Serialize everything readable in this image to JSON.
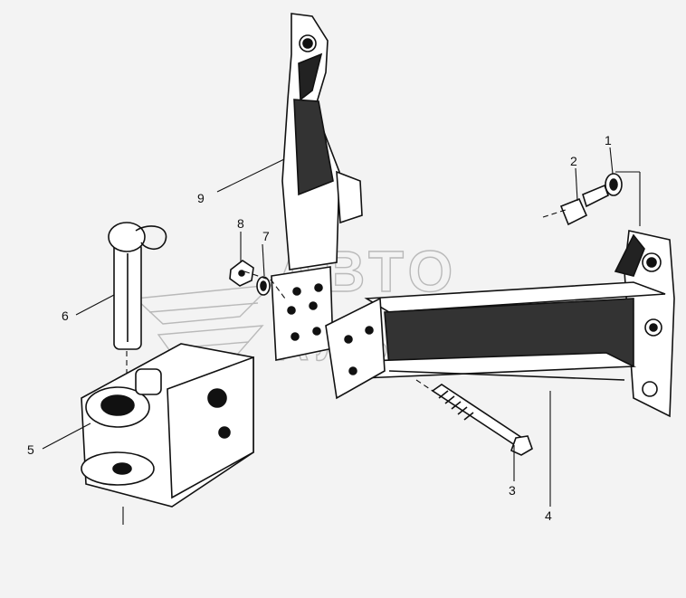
{
  "diagram": {
    "callouts": [
      {
        "id": "1",
        "text": "1"
      },
      {
        "id": "2",
        "text": "2"
      },
      {
        "id": "3",
        "text": "3"
      },
      {
        "id": "4",
        "text": "4"
      },
      {
        "id": "5",
        "text": "5"
      },
      {
        "id": "6",
        "text": "6"
      },
      {
        "id": "7",
        "text": "7"
      },
      {
        "id": "8",
        "text": "8"
      },
      {
        "id": "9",
        "text": "9"
      }
    ],
    "watermark": {
      "line1": "АВТО",
      "line2": "АЛЬЯНС"
    }
  },
  "colors": {
    "background": "#f3f3f3",
    "ink": "#111111",
    "watermark": "#b9b9b9"
  },
  "icons": [
    "logo-watermark-icon"
  ]
}
